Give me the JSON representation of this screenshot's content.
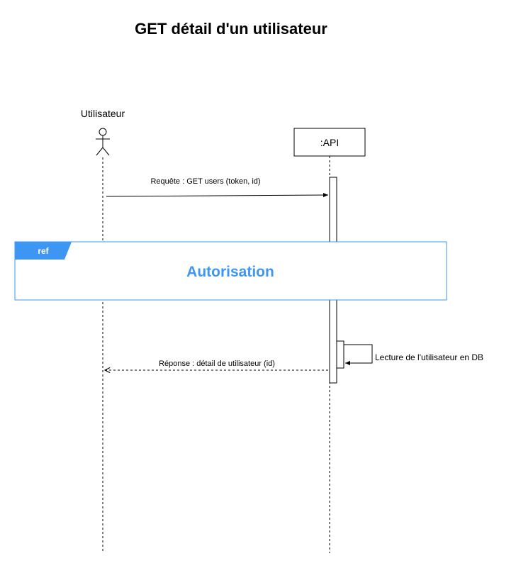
{
  "title": "GET détail d'un utilisateur",
  "participants": {
    "user": {
      "label": "Utilisateur"
    },
    "api": {
      "label": ":API"
    }
  },
  "messages": {
    "request": "Requête : GET users (token, id)",
    "self_call": "Lecture de l'utilisateur en DB",
    "response": "Réponse : détail de utilisateur (id)"
  },
  "ref_frame": {
    "tag": "ref",
    "title": "Autorisation"
  },
  "colors": {
    "accent": "#3d96f3",
    "line": "#000000"
  }
}
